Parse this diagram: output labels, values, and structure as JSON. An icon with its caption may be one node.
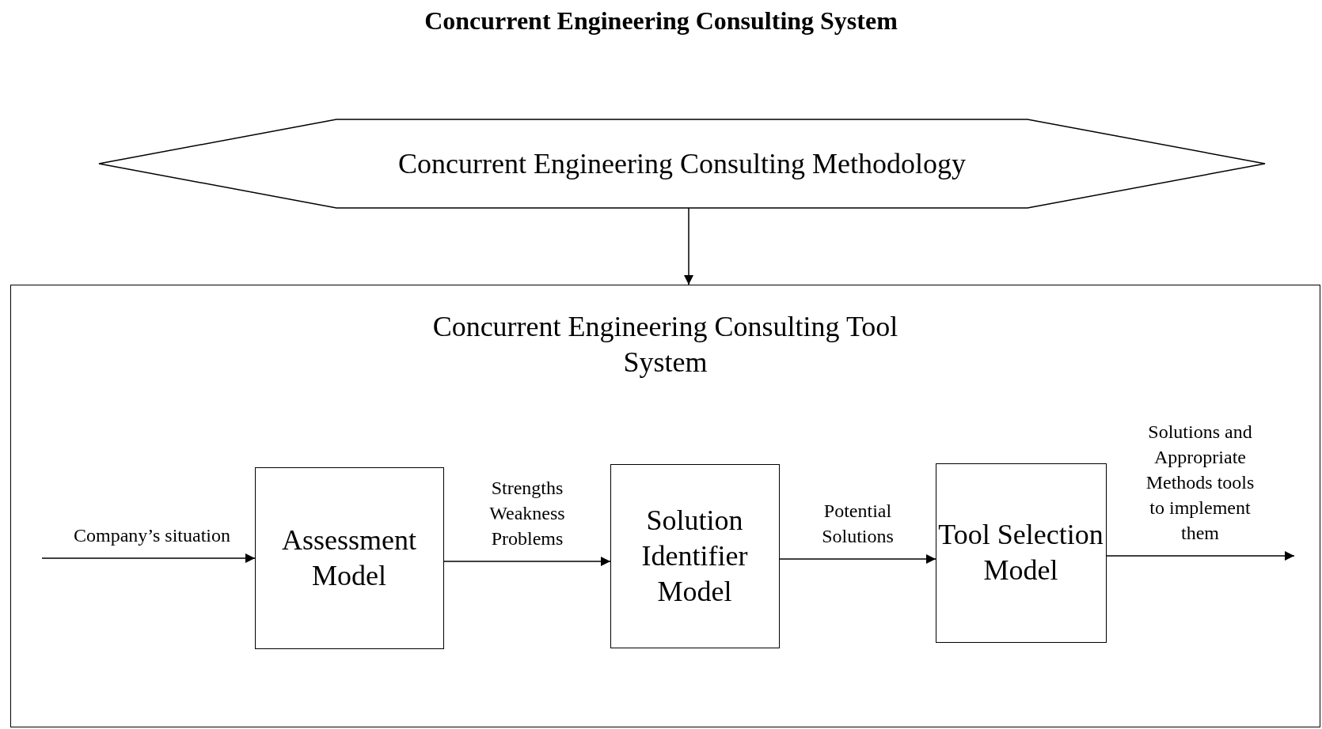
{
  "diagram": {
    "title": "Concurrent Engineering Consulting System",
    "nodes": [
      {
        "text": [
          "Concurrent Engineering Consulting Methodology"
        ]
      },
      {
        "text": [
          "Concurrent Engineering Consulting Tool System"
        ]
      },
      {
        "text": [
          "Assessment Model"
        ],
        "in": 1
      },
      {
        "text": [
          "Solution Identifier Model"
        ],
        "in": 1
      },
      {
        "text": [
          "Tool Selection Model"
        ],
        "in": 1
      }
    ],
    "edges": [
      {
        "from": 0,
        "to": 1,
        "arrow": "to"
      },
      {
        "from": null,
        "to": 2,
        "arrow": "to",
        "label": "Company’s situation"
      },
      {
        "from": 2,
        "to": 3,
        "arrow": "to",
        "label": "Strengths Weakness Problems"
      },
      {
        "from": 3,
        "to": 4,
        "arrow": "to",
        "label": "Potential Solutions"
      },
      {
        "from": 4,
        "to": null,
        "arrow": "to",
        "label": "Solutions and Appropriate Methods tools to implement them"
      }
    ]
  }
}
